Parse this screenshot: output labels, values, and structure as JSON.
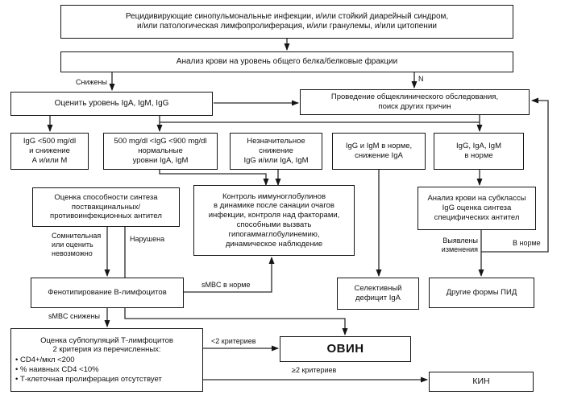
{
  "flowchart": {
    "nodes": {
      "symptoms": {
        "label": "Рецидивирующие синопульмональные инфекции, и/или стойкий диарейный синдром,\nи/или патологическая лимфопролиферация, и/или гранулемы, и/или цитопении"
      },
      "protein": {
        "label": "Анализ крови на уровень общего белка/белковые фракции"
      },
      "assess_ig": {
        "label": "Оценить уровень IgA, IgM, IgG"
      },
      "general_exam": {
        "label": "Проведение общеклинического обследования,\nпоиск других причин"
      },
      "low_igg": {
        "label": "IgG <500 mg/dl\nи снижение\nА и/или М"
      },
      "mid_igg": {
        "label": "500 mg/dl <IgG <900 mg/dl\nнормальные\nуровни IgA, IgM"
      },
      "slight_low": {
        "label": "Незначительное\nснижение\nIgG и/или IgA, IgM"
      },
      "iga_low": {
        "label": "IgG и IgM в норме,\nснижение IgA"
      },
      "all_normal": {
        "label": "IgG, IgA, IgM\nв норме"
      },
      "vaccine": {
        "label": "Оценка способности синтеза\nпоствакцинальных/\nпротивоинфекционных антител"
      },
      "control": {
        "label": "Контроль иммуноглобулинов\nв динамике после санации очагов\nинфекции, контроля над факторами,\nспособными вызвать\nгипогаммаглобулинемию,\nдинамическое наблюдение"
      },
      "subclasses": {
        "label": "Анализ крови на субклассы\nIgG оценка синтеза\nспецифических антител"
      },
      "phenotyping": {
        "label": "Фенотипирование В-лимфоцитов"
      },
      "selective_iga": {
        "label": "Селективный\nдефицит IgA"
      },
      "other_pid": {
        "label": "Другие формы ПИД"
      },
      "tcell": {
        "title": "Оценка субпопуляций Т-лимфоцитов\n2 критерия из перечисленных:",
        "bullets": "• CD4+/мкл <200\n• % наивных CD4 <10%\n• Т-клеточная пролиферация отсутствует"
      },
      "ovin": {
        "label": "ОВИН"
      },
      "kin": {
        "label": "КИН"
      }
    },
    "edge_labels": {
      "reduced": "Снижены",
      "normal_n": "N",
      "doubtful": "Сомнительная\nили оценить\nневозможно",
      "impaired": "Нарушена",
      "smbc_normal": "sMBC в норме",
      "smbc_reduced": "sMBC снижены",
      "changes_found": "Выявлены\nизменения",
      "in_norm": "В норме",
      "lt2_criteria": "<2 критериев",
      "gte2_criteria": "≥2 критериев"
    }
  }
}
